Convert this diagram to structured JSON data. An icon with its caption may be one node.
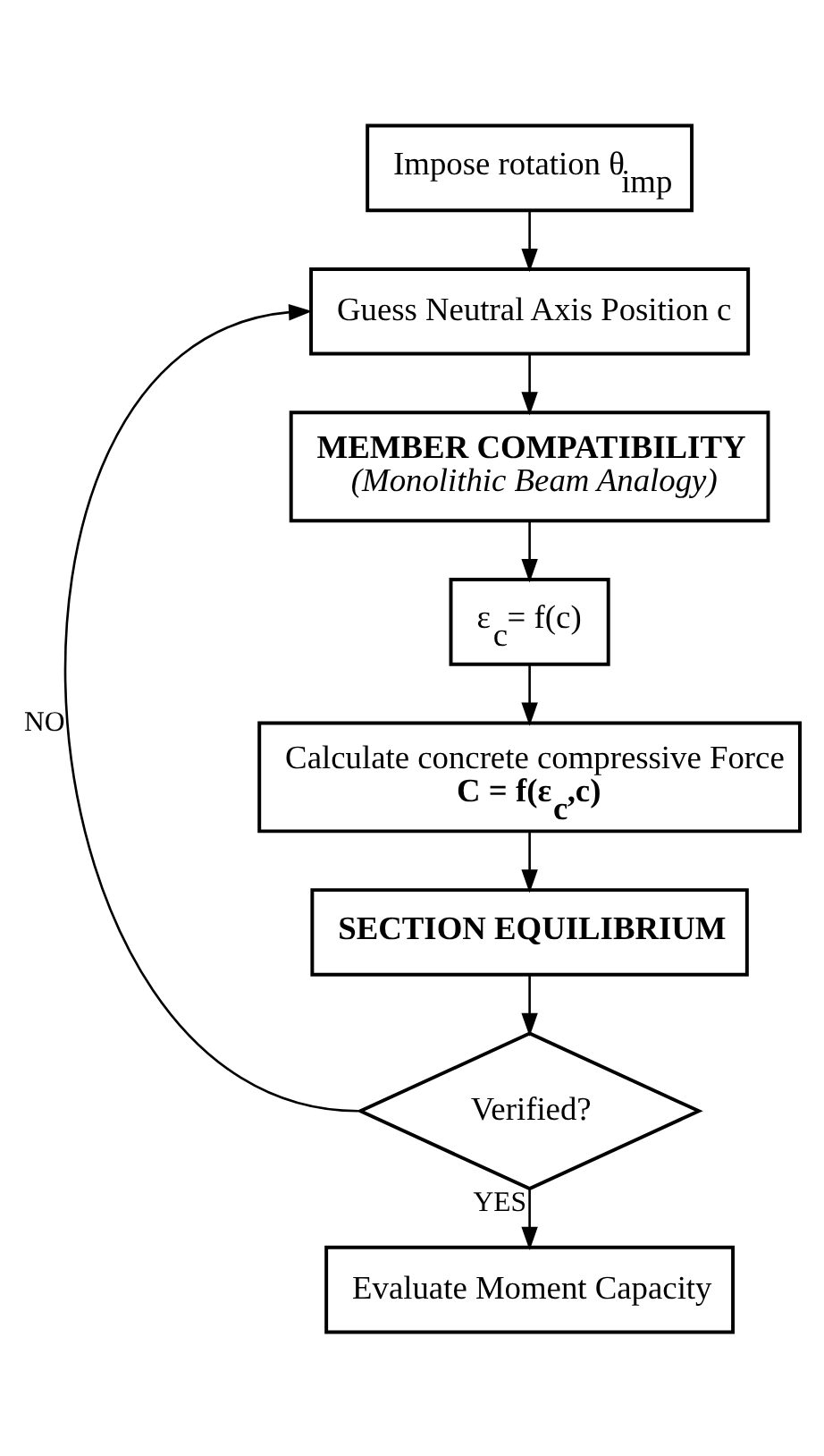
{
  "diagram": {
    "nodes": [
      {
        "text": [
          "Impose rotation θ$_{imp}$"
        ]
      },
      {
        "text": [
          "Guess Neutral Axis Position c"
        ]
      },
      {
        "text": [
          "MEMBER COMPATIBILITY",
          "(Monolithic Beam Analogy)"
        ]
      },
      {
        "text": [
          "ε$_{c}$= f(c)"
        ]
      },
      {
        "text": [
          "Calculate concrete compressive Force",
          "C = f(ε$_{c}$,c)"
        ]
      },
      {
        "text": [
          "SECTION EQUILIBRIUM"
        ]
      },
      {
        "text": [
          "Verified?"
        ]
      },
      {
        "text": [
          "Evaluate Moment Capacity"
        ]
      }
    ],
    "edges": [
      {
        "from": 0,
        "to": 1,
        "arrow": "to"
      },
      {
        "from": 1,
        "to": 2,
        "arrow": "to"
      },
      {
        "from": 2,
        "to": 3,
        "arrow": "to"
      },
      {
        "from": 3,
        "to": 4,
        "arrow": "to"
      },
      {
        "from": 4,
        "to": 5,
        "arrow": "to"
      },
      {
        "from": 5,
        "to": 6,
        "arrow": "to"
      },
      {
        "from": 6,
        "to": 1,
        "arrow": "to",
        "label": "NO"
      },
      {
        "from": 6,
        "to": 7,
        "arrow": "to",
        "label": "YES"
      }
    ]
  }
}
